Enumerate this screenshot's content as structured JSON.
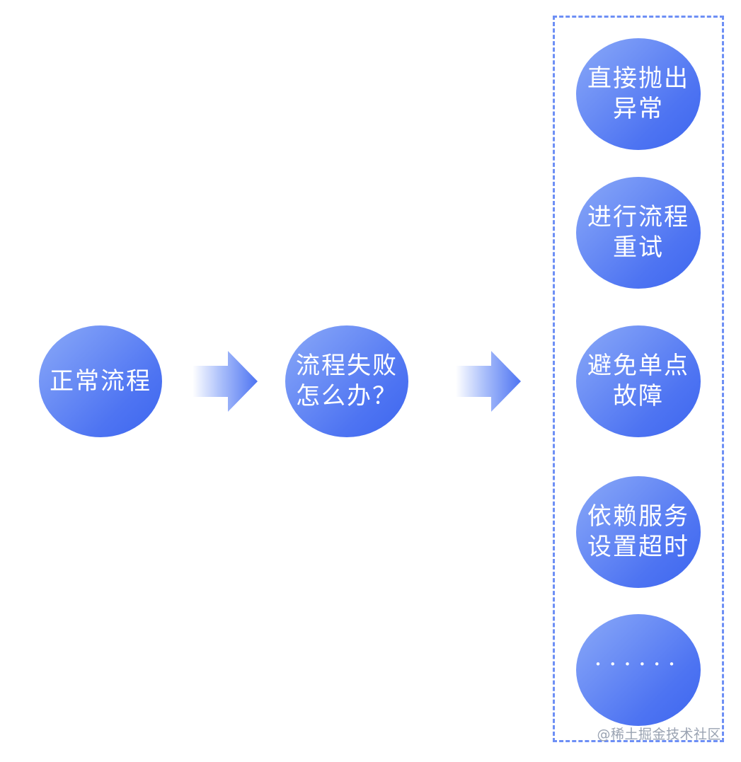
{
  "flow": {
    "start_label": "正常流程",
    "question_label": "流程失败\n怎么办？"
  },
  "options": [
    {
      "label": "直接抛出\n异常"
    },
    {
      "label": "进行流程\n重试"
    },
    {
      "label": "避免单点\n故障"
    },
    {
      "label": "依赖服务\n设置超时"
    },
    {
      "label": "······"
    }
  ],
  "watermark": "@稀土掘金技术社区",
  "colors": {
    "node_light": "#8aa9f8",
    "node_dark": "#3d66ef",
    "border": "#6d8ff5"
  }
}
